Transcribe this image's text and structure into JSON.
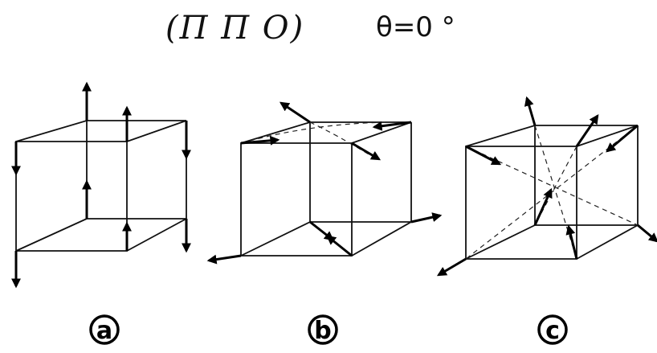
{
  "header": {
    "plane_label": "(Π Π O)",
    "angle_symbol": "θ",
    "angle_text": "=0 °"
  },
  "panels": [
    {
      "id": "a",
      "label": "a",
      "config": "collinear-vertical"
    },
    {
      "id": "b",
      "label": "b",
      "config": "in-plane-diagonal"
    },
    {
      "id": "c",
      "label": "c",
      "config": "body-diagonal"
    }
  ]
}
